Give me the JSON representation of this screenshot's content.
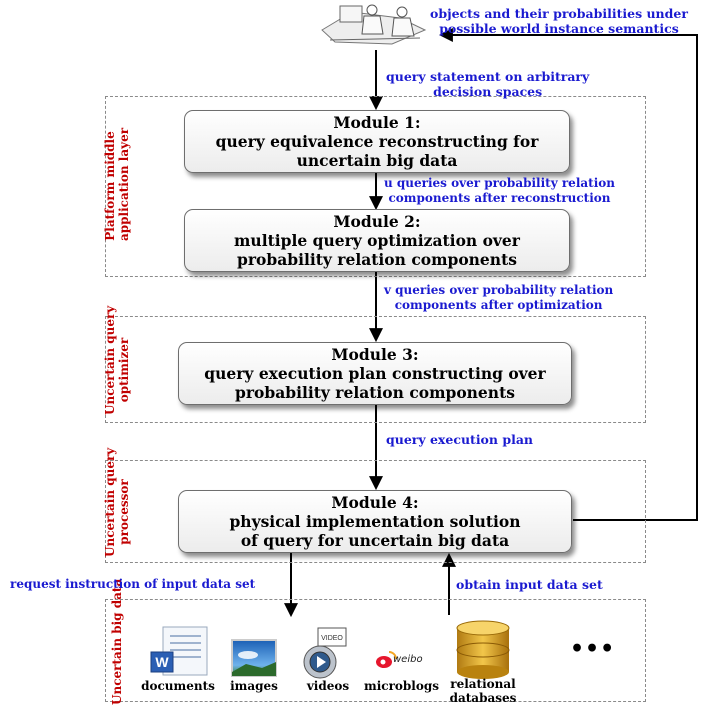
{
  "top": {
    "people_icon": "people-at-computers-icon",
    "output_label": [
      "objects and their probabilities under",
      "possible world instance semantics"
    ]
  },
  "edges": {
    "query_statement": [
      "query statement on arbitrary",
      "decision spaces"
    ],
    "u_queries": [
      "u queries over probability relation",
      "components after reconstruction"
    ],
    "v_queries": [
      "v queries over probability relation",
      "components after optimization"
    ],
    "execution_plan": "query execution plan",
    "request": "request instruction of input data set",
    "obtain": "obtain input data set"
  },
  "layers": {
    "platform": [
      "Platform middle",
      "application layer"
    ],
    "optimizer": [
      "Uncertain query",
      "optimizer"
    ],
    "processor": [
      "Uncertain query",
      "processor"
    ],
    "bigdata": "Uncertain big data"
  },
  "modules": [
    {
      "title": "Module 1:",
      "lines": [
        "query equivalence reconstructing for",
        "uncertain big data"
      ]
    },
    {
      "title": "Module 2:",
      "lines": [
        "multiple query optimization over",
        "probability relation components"
      ]
    },
    {
      "title": "Module 3:",
      "lines": [
        "query execution plan constructing over",
        "probability relation components"
      ]
    },
    {
      "title": "Module 4:",
      "lines": [
        "physical implementation solution",
        "of query for uncertain big data"
      ]
    }
  ],
  "sources": [
    {
      "label": [
        "documents"
      ],
      "icon": "word-document-icon"
    },
    {
      "label": [
        "images"
      ],
      "icon": "landscape-image-icon"
    },
    {
      "label": [
        "videos"
      ],
      "icon": "video-disc-icon"
    },
    {
      "label": [
        "microblogs"
      ],
      "icon": "weibo-logo-icon",
      "logo_text": "weibo"
    },
    {
      "label": [
        "relational",
        "databases"
      ],
      "icon": "database-cylinder-icon"
    }
  ],
  "more": "•••",
  "colors": {
    "edge_label": "#1a1ad0",
    "layer_label": "#c00000",
    "arrow": "#000000",
    "layer_border": "#8a8a8a"
  }
}
